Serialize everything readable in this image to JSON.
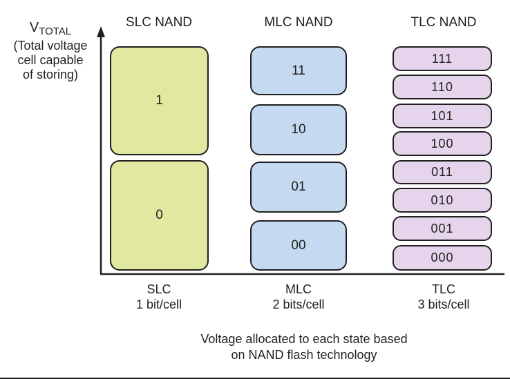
{
  "y_axis": {
    "symbol": "V",
    "subscript": "TOTAL",
    "lines": [
      "(Total voltage",
      "cell capable",
      "of storing)"
    ]
  },
  "columns": {
    "slc": {
      "title": "SLC NAND",
      "states": [
        "1",
        "0"
      ],
      "name": "SLC",
      "bits": "1 bit/cell"
    },
    "mlc": {
      "title": "MLC NAND",
      "states": [
        "11",
        "10",
        "01",
        "00"
      ],
      "name": "MLC",
      "bits": "2 bits/cell"
    },
    "tlc": {
      "title": "TLC NAND",
      "states": [
        "111",
        "110",
        "101",
        "100",
        "011",
        "010",
        "001",
        "000"
      ],
      "name": "TLC",
      "bits": "3 bits/cell"
    }
  },
  "caption": [
    "Voltage allocated to each state based",
    "on NAND flash technology"
  ],
  "colors": {
    "slc": "#e1e9a0",
    "mlc": "#c5daf0",
    "tlc": "#e5d4eb",
    "stroke": "#1f1f1f"
  }
}
